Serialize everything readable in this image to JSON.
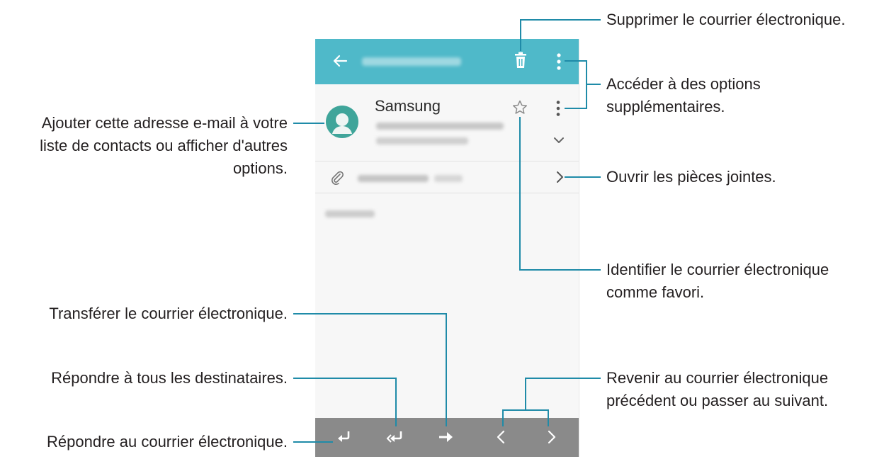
{
  "email": {
    "sender_name": "Samsung"
  },
  "callouts": {
    "delete": "Supprimer le courrier électronique.",
    "options_line1": "Accéder à des options",
    "options_line2": "supplémentaires.",
    "contact_line1": "Ajouter cette adresse e-mail à votre",
    "contact_line2": "liste de contacts ou afficher d'autres",
    "contact_line3": "options.",
    "attachments": "Ouvrir les pièces jointes.",
    "favorite_line1": "Identifier le courrier électronique",
    "favorite_line2": "comme favori.",
    "forward": "Transférer le courrier électronique.",
    "reply_all": "Répondre à tous les destinataires.",
    "reply": "Répondre au courrier électronique.",
    "navigate_line1": "Revenir au courrier électronique",
    "navigate_line2": "précédent ou passer au suivant."
  },
  "colors": {
    "header": "#4fb9c9",
    "bottom_bar": "#8a8a8a",
    "avatar": "#3fa59a",
    "leader_line": "#1f8ba8"
  }
}
